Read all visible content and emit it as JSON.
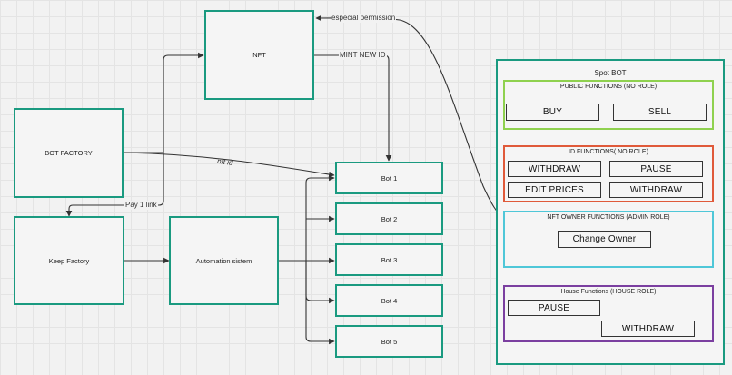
{
  "nodes": {
    "nft": "NFT",
    "bot_factory": "BOT FACTORY",
    "keep_factory": "Keep Factory",
    "automation": "Automation sistem",
    "bots": [
      "Bot 1",
      "Bot 2",
      "Bot 3",
      "Bot 4",
      "Bot 5"
    ]
  },
  "edge_labels": {
    "special_permission": "especial permission",
    "mint_new_id": "MINT NEW ID",
    "nft_id": "nft id",
    "pay_link": "Pay 1 link"
  },
  "spot_bot": {
    "title": "Spot BOT",
    "public": {
      "title": "PUBLIC FUNCTIONS (NO ROLE)",
      "buttons": [
        "BUY",
        "SELL"
      ]
    },
    "id_functions": {
      "title": "ID FUNCTIONS( NO ROLE)",
      "buttons": [
        "WITHDRAW",
        "PAUSE",
        "EDIT PRICES",
        "WITHDRAW"
      ]
    },
    "owner": {
      "title": "NFT OWNER FUNCTIONS (ADMIN ROLE)",
      "buttons": [
        "Change Owner"
      ]
    },
    "house": {
      "title": "House Functions (HOUSE ROLE)",
      "buttons": [
        "PAUSE",
        "WITHDRAW"
      ]
    }
  },
  "colors": {
    "teal": "#1a9a80",
    "public_green": "#8fd14f",
    "id_red": "#e05a3a",
    "owner_cyan": "#4fc7d8",
    "house_purple": "#7b3fa0",
    "connector": "#333333"
  }
}
